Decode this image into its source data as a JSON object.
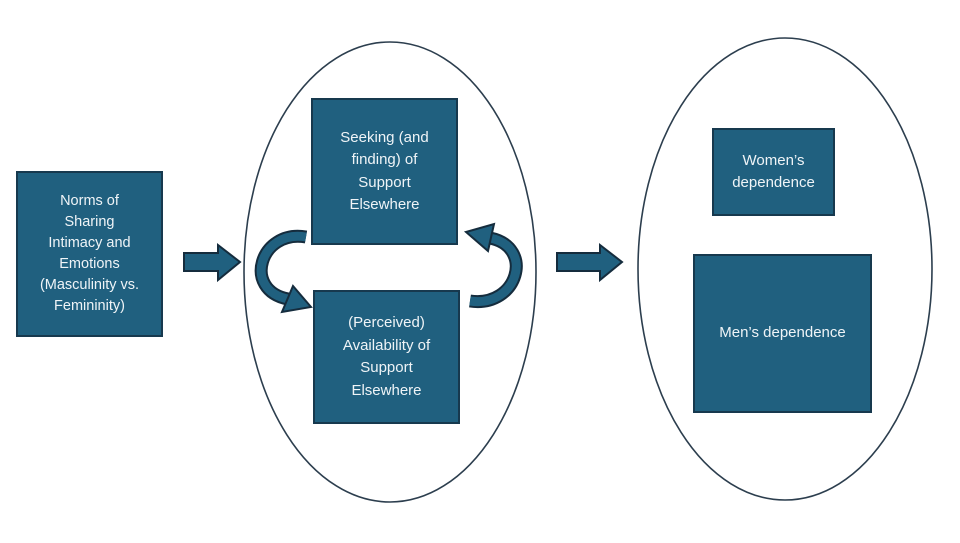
{
  "diagram": {
    "nodes": {
      "norms": {
        "label": "Norms of\nSharing\nIntimacy and\nEmotions\n(Masculinity vs.\nFemininity)"
      },
      "seeking": {
        "label": "Seeking (and\nfinding) of\nSupport\nElsewhere"
      },
      "perceived": {
        "label": "(Perceived)\nAvailability of\nSupport\nElsewhere"
      },
      "women": {
        "label": "Women’s\ndependence"
      },
      "men": {
        "label": "Men’s dependence"
      }
    },
    "arrows": {
      "norms_to_cycle": "right-block-arrow",
      "cycle_to_outcomes": "right-block-arrow",
      "cycle_left": "curved-arrow-top-to-bottom",
      "cycle_right": "curved-arrow-bottom-to-top"
    },
    "colors": {
      "shape_fill": "#20607F",
      "shape_border": "#17394E",
      "ellipse_outline": "#2C3E4E",
      "arrow_outline": "#152C3D",
      "text": "#EFF4F7",
      "background": "#FFFFFF"
    }
  }
}
